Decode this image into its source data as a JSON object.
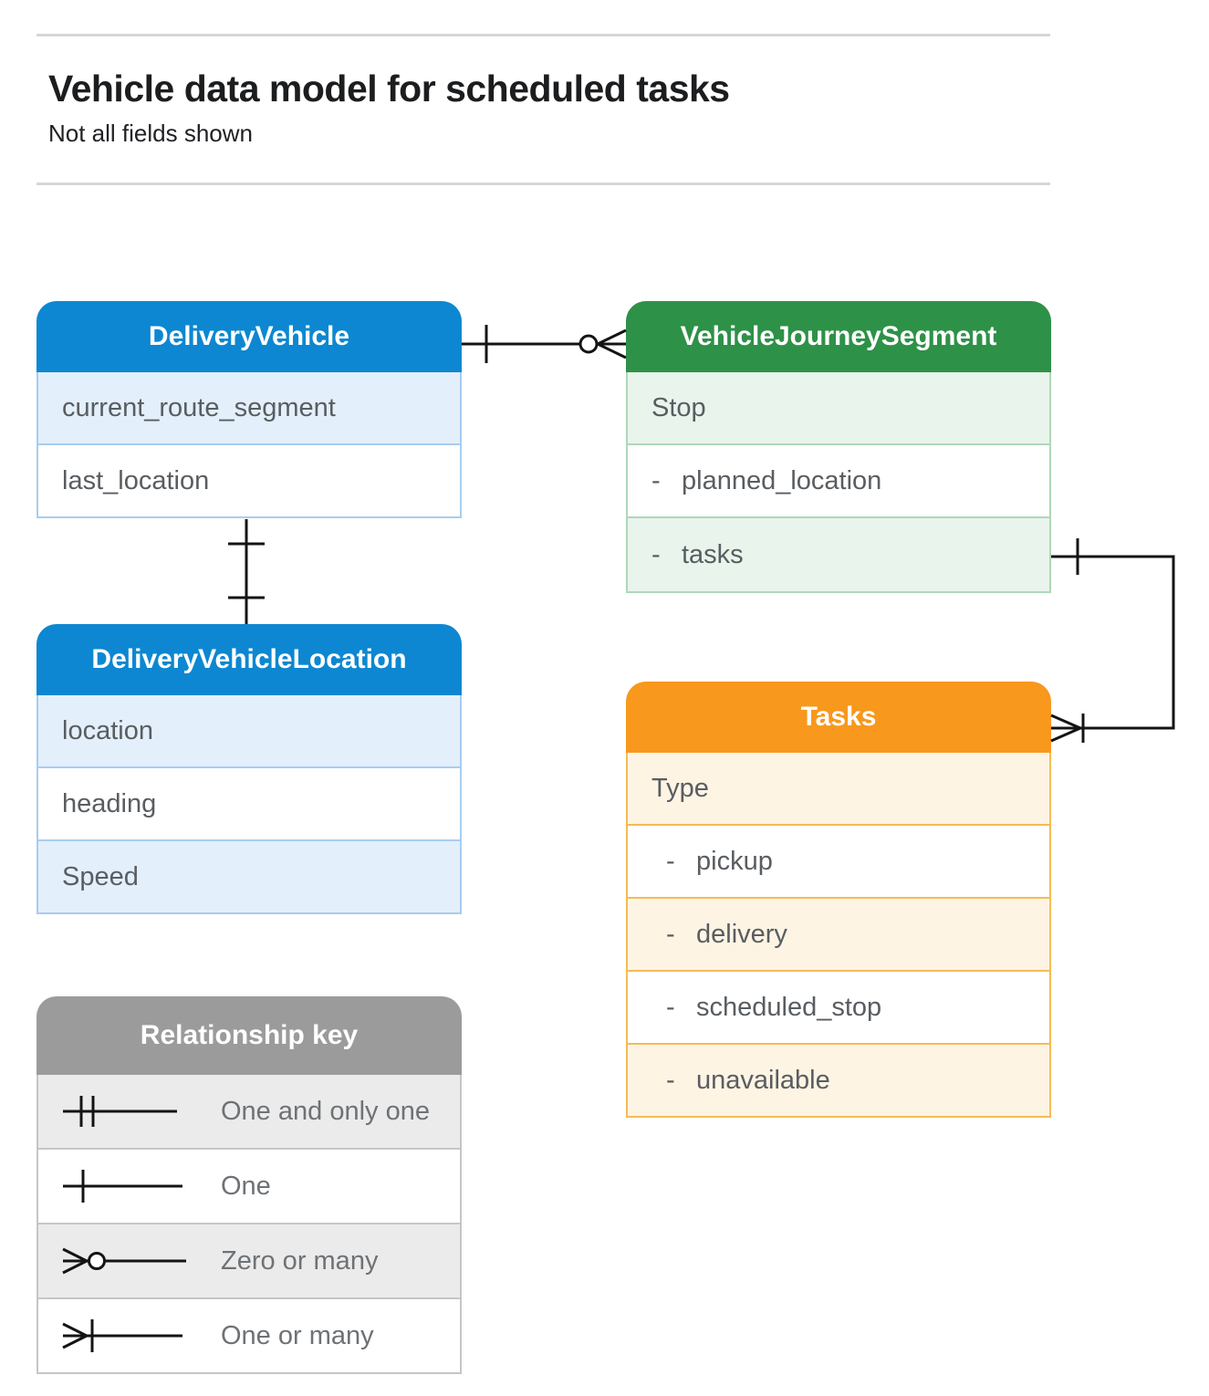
{
  "page": {
    "title": "Vehicle data model for scheduled tasks",
    "subtitle": "Not all fields shown"
  },
  "entities": [
    {
      "id": "DeliveryVehicle",
      "title": "DeliveryVehicle",
      "theme": "blue",
      "fields": [
        {
          "prefix": "",
          "label": "current_route_segment"
        },
        {
          "prefix": "",
          "label": "last_location"
        }
      ]
    },
    {
      "id": "VehicleJourneySegment",
      "title": "VehicleJourneySegment",
      "theme": "green",
      "fields": [
        {
          "prefix": "",
          "label": "Stop"
        },
        {
          "prefix": "-",
          "label": "planned_location"
        },
        {
          "prefix": "-",
          "label": "tasks"
        }
      ]
    },
    {
      "id": "DeliveryVehicleLocation",
      "title": "DeliveryVehicleLocation",
      "theme": "blue",
      "fields": [
        {
          "prefix": "",
          "label": "location"
        },
        {
          "prefix": "",
          "label": "heading"
        },
        {
          "prefix": "",
          "label": "Speed"
        }
      ]
    },
    {
      "id": "Tasks",
      "title": "Tasks",
      "theme": "orange",
      "fields": [
        {
          "prefix": "",
          "label": "Type"
        },
        {
          "prefix": "-",
          "label": "pickup"
        },
        {
          "prefix": "-",
          "label": "delivery"
        },
        {
          "prefix": "-",
          "label": "scheduled_stop"
        },
        {
          "prefix": "-",
          "label": "unavailable"
        }
      ]
    }
  ],
  "relationships": [
    {
      "from": "DeliveryVehicle",
      "to": "VehicleJourneySegment",
      "from_cardinality": "one",
      "to_cardinality": "zero-or-many"
    },
    {
      "from": "DeliveryVehicle",
      "to": "DeliveryVehicleLocation",
      "from_cardinality": "one",
      "to_cardinality": "one"
    },
    {
      "from": "VehicleJourneySegment.tasks",
      "to": "Tasks",
      "from_cardinality": "one",
      "to_cardinality": "one-or-many"
    }
  ],
  "legend": {
    "title": "Relationship key",
    "items": [
      {
        "symbol": "one-and-only-one",
        "label": "One and only one"
      },
      {
        "symbol": "one",
        "label": "One"
      },
      {
        "symbol": "zero-or-many",
        "label": "Zero or many"
      },
      {
        "symbol": "one-or-many",
        "label": "One or many"
      }
    ]
  },
  "colors": {
    "blue_header": "#0d87d1",
    "blue_row_shade": "#e3effb",
    "green_header": "#2e9148",
    "green_row_shade": "#e9f4ec",
    "orange_header": "#f8981d",
    "orange_row_shade": "#fdf4e4",
    "gray_header": "#9b9b9b",
    "gray_row_shade": "#ebebeb",
    "row_text": "#595d61",
    "connector": "#141414"
  }
}
